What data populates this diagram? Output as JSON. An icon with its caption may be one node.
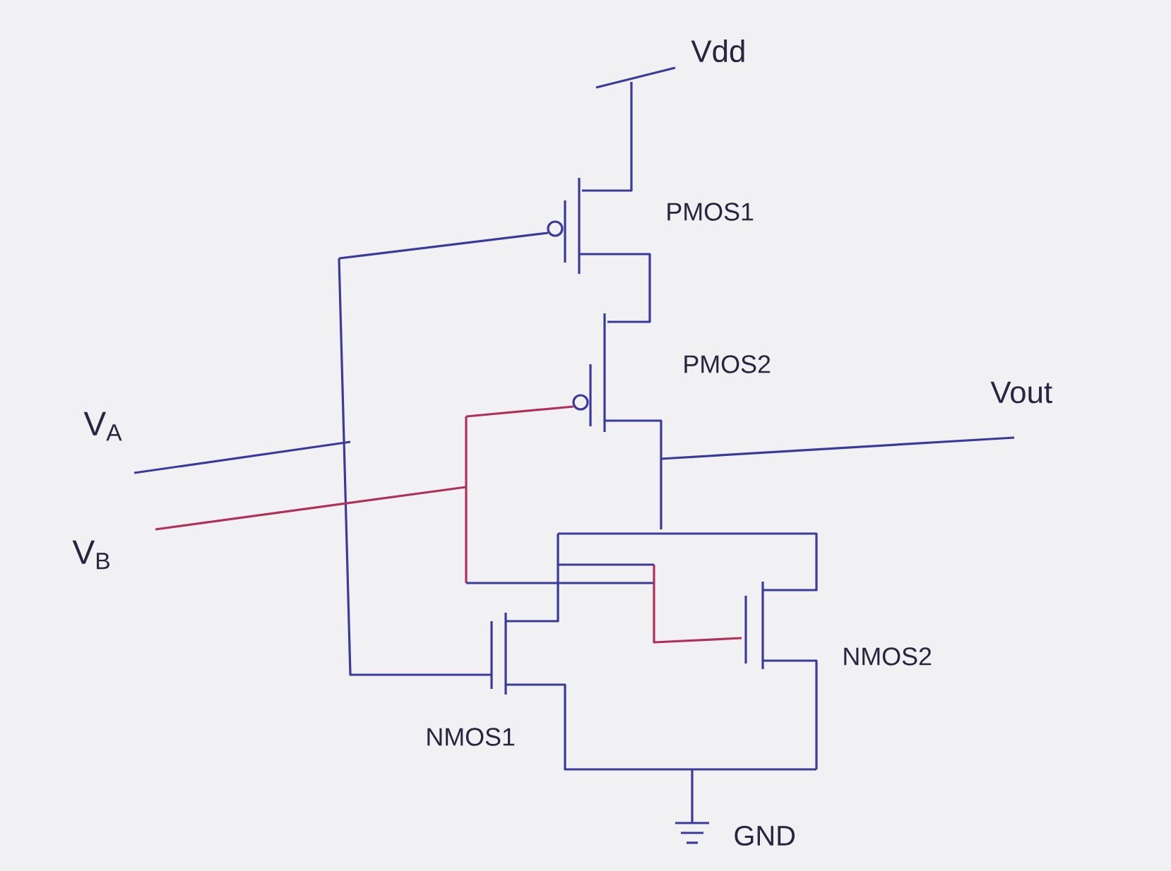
{
  "diagram": {
    "labels": [
      "Vdd",
      "PMOS1",
      "PMOS2",
      "Vout",
      "V$_{A}$",
      "V$_{B}$",
      "NMOS1",
      "NMOS2",
      "GND"
    ]
  }
}
